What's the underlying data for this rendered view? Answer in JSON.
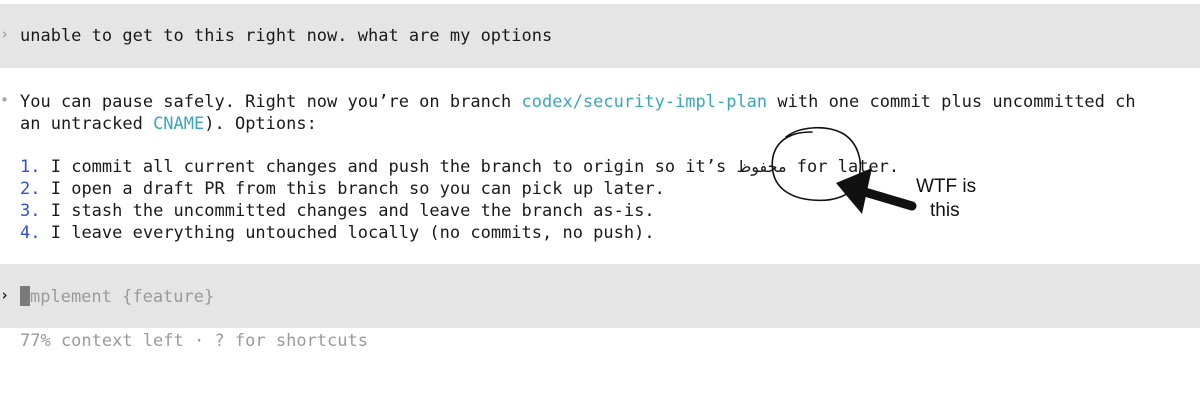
{
  "user_message": {
    "prompt_glyph": "›",
    "text": "unable to get to this right now. what are my options"
  },
  "assistant_message": {
    "bullet": "•",
    "line1_before": "You can pause safely. Right now you’re on branch ",
    "branch": "codex/security-impl-plan",
    "line1_after": " with one commit plus uncommitted ch",
    "line2_before": "an untracked ",
    "cname": "CNAME",
    "line2_after": "). Options:",
    "options": [
      {
        "num": "1.",
        "before": "I commit all current changes and push the branch to origin so it’s ",
        "arabic": "محفوظ",
        "after": " for later."
      },
      {
        "num": "2.",
        "text": "I open a draft PR from this branch so you can pick up later."
      },
      {
        "num": "3.",
        "text": "I stash the uncommitted changes and leave the branch as-is."
      },
      {
        "num": "4.",
        "text": "I leave everything untouched locally (no commits, no push)."
      }
    ]
  },
  "composer": {
    "prompt_glyph": "›",
    "placeholder": "mplement {feature}"
  },
  "status_bar": {
    "text": "77% context left · ? for shortcuts"
  },
  "annotation": {
    "line1": "WTF is",
    "line2": "this"
  },
  "colors": {
    "band": "#e5e5e5",
    "branch_link": "#3aa6b9",
    "list_number": "#2f4fd0",
    "muted": "#9a9a9a"
  }
}
